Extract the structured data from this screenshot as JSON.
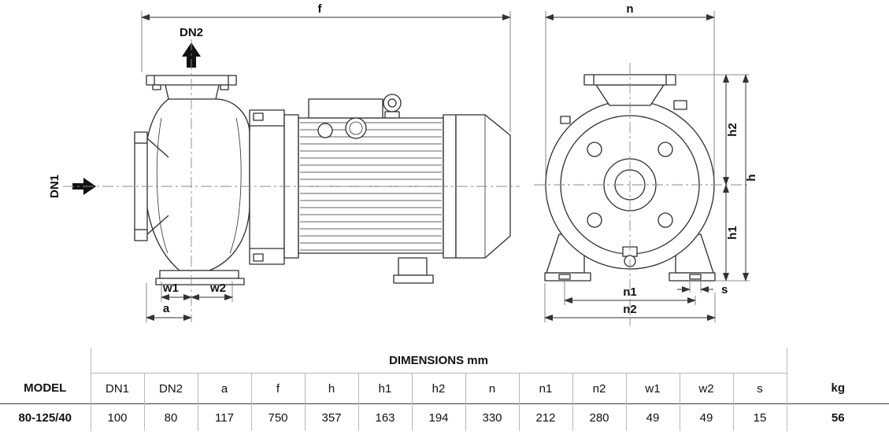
{
  "diagram": {
    "labels": {
      "f": "f",
      "dn2": "DN2",
      "dn1": "DN1",
      "w1": "w1",
      "w2": "w2",
      "a": "a",
      "n": "n",
      "h2": "h2",
      "h1": "h1",
      "h": "h",
      "s": "s",
      "n1": "n1",
      "n2": "n2"
    }
  },
  "table": {
    "title": "DIMENSIONS  mm",
    "model_header": "MODEL",
    "weight_header": "kg",
    "columns": [
      "DN1",
      "DN2",
      "a",
      "f",
      "h",
      "h1",
      "h2",
      "n",
      "n1",
      "n2",
      "w1",
      "w2",
      "s"
    ],
    "rows": [
      {
        "model": "80-125/40",
        "values": [
          "100",
          "80",
          "117",
          "750",
          "357",
          "163",
          "194",
          "330",
          "212",
          "280",
          "49",
          "49",
          "15"
        ],
        "weight": "56"
      }
    ]
  }
}
